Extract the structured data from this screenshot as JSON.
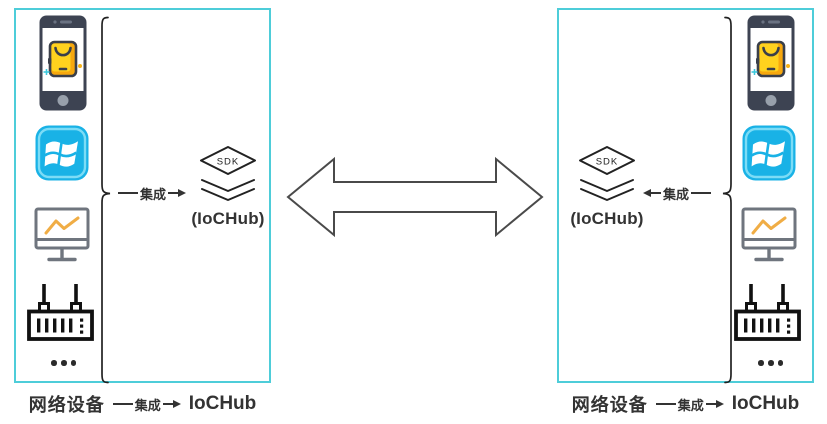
{
  "colors": {
    "panel_border": "#4ecdd9",
    "text": "#333333",
    "windows_blue": "#19b2e6",
    "app_yellow": "#ffd21e",
    "app_shade_orange": "#f7a80e",
    "chart_line_orange": "#f0ad45",
    "monitor_gray": "#6f757e",
    "phone_body": "#3d4352",
    "router_black": "#111111"
  },
  "left": {
    "integrate_label": "集成",
    "sdk": {
      "label": "SDK",
      "sublabel": "(IoCHub)"
    },
    "caption": {
      "device": "网络设备",
      "integrate": "集成",
      "target": "IoCHub"
    }
  },
  "right": {
    "integrate_label": "集成",
    "sdk": {
      "label": "SDK",
      "sublabel": "(IoCHub)"
    },
    "caption": {
      "device": "网络设备",
      "integrate": "集成",
      "target": "IoCHub"
    }
  }
}
